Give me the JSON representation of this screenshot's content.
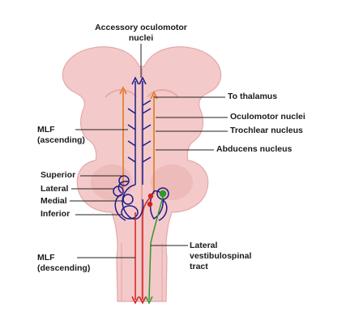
{
  "diagram": {
    "labels": {
      "accessory_oculomotor": [
        "Accessory oculomotor",
        "nuclei"
      ],
      "to_thalamus": "To thalamus",
      "oculomotor_nuclei": "Oculomotor nuclei",
      "trochlear_nucleus": "Trochlear nucleus",
      "abducens_nucleus": "Abducens nucleus",
      "mlf_ascending": [
        "MLF",
        "(ascending)"
      ],
      "superior": "Superior",
      "lateral": "Lateral",
      "medial": "Medial",
      "inferior": "Inferior",
      "mlf_descending": [
        "MLF",
        "(descending)"
      ],
      "lateral_vestibulospinal": [
        "Lateral",
        "vestibulospinal",
        "tract"
      ]
    },
    "colors": {
      "brainstem_fill": "#f4c9c9",
      "brainstem_shade": "#e8aeae",
      "mlf_pathway": "#1c1c8c",
      "thalamic_pathway": "#e07a1f",
      "descending_red": "#d42020",
      "vestibulospinal_green": "#2a9a2a",
      "leader_line": "#222222"
    }
  }
}
